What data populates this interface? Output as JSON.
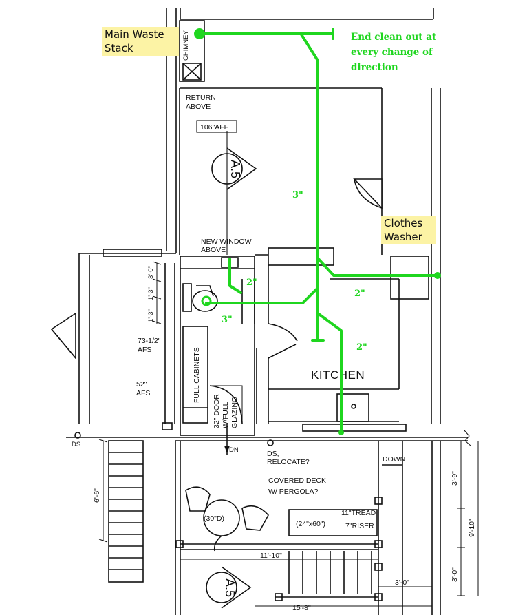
{
  "callouts": {
    "main_waste_stack": [
      "Main Waste",
      "Stack"
    ],
    "clothes_washer": [
      "Clothes",
      "Washer"
    ]
  },
  "note": [
    "End clean out at",
    "every change of",
    "direction"
  ],
  "pipe_sizes": {
    "main_vertical": "3\"",
    "toilet_branch": "3\"",
    "window_branch": "2\"",
    "washer_branch": "2\"",
    "sink_branch": "2\""
  },
  "plan_labels": {
    "chimney": "CHIMNEY",
    "return_above": [
      "RETURN",
      "ABOVE"
    ],
    "aff_106": "106\"AFF",
    "section_tag": "A.5",
    "new_window": [
      "NEW WINDOW",
      "ABOVE"
    ],
    "dim_left_a": "1'-3\"",
    "dim_left_b": "1'-3\"",
    "dim_left_c": "3'-0\"",
    "afs_73": [
      "73-1/2\"",
      "AFS"
    ],
    "afs_52": [
      "52\"",
      "AFS"
    ],
    "full_cabinets": "FULL CABINETS",
    "door_32": [
      "32\" DOOR",
      "W/FULL",
      "GLAZING"
    ],
    "kitchen": "KITCHEN",
    "ds_left": "DS",
    "dn": "DN",
    "ds_relocate": [
      "DS,",
      "RELOCATE?"
    ],
    "down": "DOWN",
    "covered_deck": [
      "COVERED DECK",
      "W/ PERGOLA?"
    ],
    "dim_6_6": "6'-6\"",
    "table_30": "(30\"D)",
    "table_24x60": "(24\"x60\")",
    "tread": "11\"TREAD",
    "riser": "7\"RISER",
    "dim_11_10": "11'-10\"",
    "dim_3_0_h": "3'-0\"",
    "dim_15_8": "15'-8\"",
    "dim_3_9": "3'-9\"",
    "dim_3_0_v": "3'-0\"",
    "dim_9_10": "9'-10\""
  },
  "colors": {
    "pipe": "#1fd61f",
    "callout_bg": "#fcf3a5",
    "linework": "#111111"
  }
}
